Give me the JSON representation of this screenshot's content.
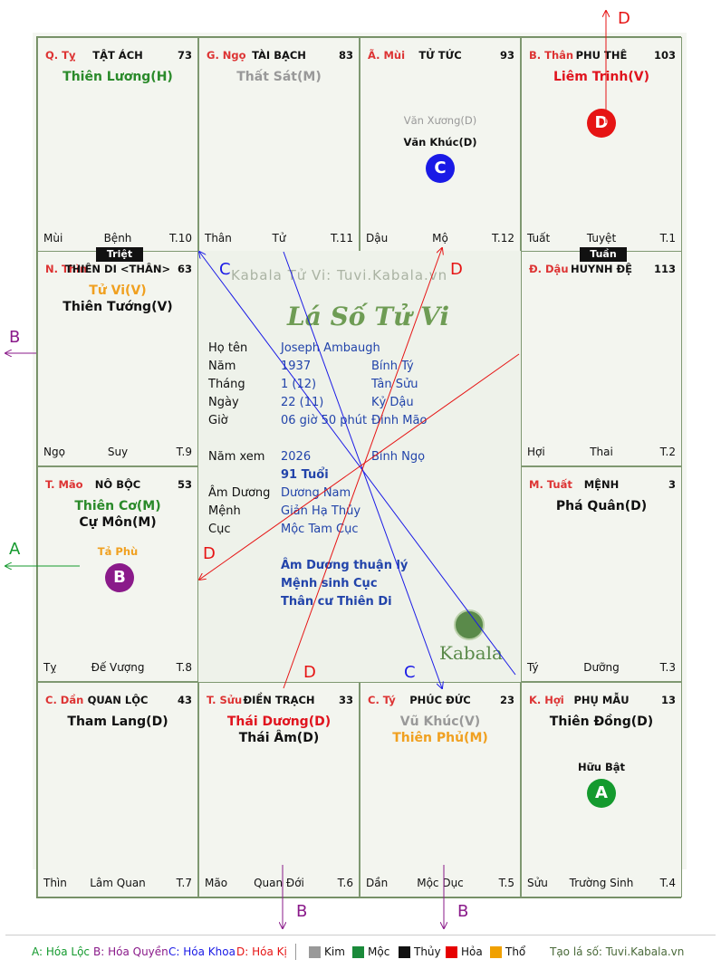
{
  "watermark": "Kabala Tử Vi: Tuvi.Kabala.vn",
  "chart_title": "Lá Số Tử Vi",
  "logo_text": "Kabala",
  "palaces": [
    {
      "branch": "Q. Tỵ",
      "house": "TẬT ÁCH",
      "number": "73",
      "stars": [
        {
          "text": "Thiên Lương(H)",
          "color": "#2a8a2a"
        }
      ],
      "foot_left": "Mùi",
      "foot_center": "Bệnh",
      "foot_right": "T.10"
    },
    {
      "branch": "G. Ngọ",
      "house": "TÀI BẠCH",
      "number": "83",
      "stars": [
        {
          "text": "Thất Sát(M)",
          "color": "#999999"
        }
      ],
      "foot_left": "Thân",
      "foot_center": "Tử",
      "foot_right": "T.11"
    },
    {
      "branch": "Ã. Mùi",
      "house": "TỬ TỨC",
      "number": "93",
      "stars": [],
      "minor": [
        {
          "text": "Văn Xương(D)",
          "color": "#999999"
        },
        {
          "text": "Văn Khúc(D)",
          "color": "#111111"
        }
      ],
      "badge": {
        "letter": "C",
        "color": "#1a1ae6"
      },
      "foot_left": "Dậu",
      "foot_center": "Mộ",
      "foot_right": "T.12"
    },
    {
      "branch": "B. Thân",
      "house": "PHU THÊ",
      "number": "103",
      "stars": [
        {
          "text": "Liêm Trinh(V)",
          "color": "#e0141e"
        }
      ],
      "badge": {
        "letter": "D",
        "color": "#e61414"
      },
      "foot_left": "Tuất",
      "foot_center": "Tuyệt",
      "foot_right": "T.1"
    },
    {
      "branch": "Đ. Dậu",
      "house": "HUYNH ĐỆ",
      "number": "113",
      "stars": [],
      "foot_left": "Hợi",
      "foot_center": "Thai",
      "foot_right": "T.2"
    },
    {
      "branch": "M. Tuất",
      "house": "MỆNH",
      "number": "3",
      "stars": [
        {
          "text": "Phá Quân(D)",
          "color": "#111111"
        }
      ],
      "foot_left": "Tý",
      "foot_center": "Dưỡng",
      "foot_right": "T.3"
    },
    {
      "branch": "K. Hợi",
      "house": "PHỤ MẪU",
      "number": "13",
      "stars": [
        {
          "text": "Thiên Đồng(D)",
          "color": "#111111"
        }
      ],
      "minor": [
        {
          "text": "Hữu Bật",
          "color": "#111111"
        }
      ],
      "badge": {
        "letter": "A",
        "color": "#149a2e"
      },
      "foot_left": "Sửu",
      "foot_center": "Trường Sinh",
      "foot_right": "T.4"
    },
    {
      "branch": "C. Tý",
      "house": "PHÚC ĐỨC",
      "number": "23",
      "stars": [
        {
          "text": "Vũ Khúc(V)",
          "color": "#999999"
        },
        {
          "text": "Thiên Phủ(M)",
          "color": "#f0a020"
        }
      ],
      "foot_left": "Dần",
      "foot_center": "Mộc Dục",
      "foot_right": "T.5"
    },
    {
      "branch": "T. Sửu",
      "house": "ĐIỀN TRẠCH",
      "number": "33",
      "stars": [
        {
          "text": "Thái Dương(D)",
          "color": "#e0141e"
        },
        {
          "text": "Thái Âm(D)",
          "color": "#111111"
        }
      ],
      "foot_left": "Mão",
      "foot_center": "Quan Đới",
      "foot_right": "T.6"
    },
    {
      "branch": "C. Dần",
      "house": "QUAN LỘC",
      "number": "43",
      "stars": [
        {
          "text": "Tham Lang(D)",
          "color": "#111111"
        }
      ],
      "foot_left": "Thìn",
      "foot_center": "Lâm Quan",
      "foot_right": "T.7"
    },
    {
      "branch": "T. Mão",
      "house": "NÔ BỘC",
      "number": "53",
      "stars": [
        {
          "text": "Thiên Cơ(M)",
          "color": "#2a8a2a"
        },
        {
          "text": "Cự Môn(M)",
          "color": "#111111"
        }
      ],
      "minor": [
        {
          "text": "Tả Phù",
          "color": "#f0a020"
        }
      ],
      "badge": {
        "letter": "B",
        "color": "#8a1a8a"
      },
      "foot_left": "Tỵ",
      "foot_center": "Đế Vượng",
      "foot_right": "T.8"
    },
    {
      "branch": "N. Thìn",
      "house": "THIÊN DI <THÂN>",
      "number": "63",
      "stars": [
        {
          "text": "Tử Vi(V)",
          "color": "#f0a020"
        },
        {
          "text": "Thiên Tướng(V)",
          "color": "#111111"
        }
      ],
      "foot_left": "Ngọ",
      "foot_center": "Suy",
      "foot_right": "T.9"
    }
  ],
  "tags": {
    "triet": "Triệt",
    "tuan": "Tuần"
  },
  "info": {
    "name_label": "Họ tên",
    "name": "Joseph Ambaugh",
    "year_label": "Năm",
    "year": "1937",
    "year_can": "Bính Tý",
    "month_label": "Tháng",
    "month": "1  (12)",
    "month_can": "Tân Sửu",
    "day_label": "Ngày",
    "day": "22  (11)",
    "day_can": "Kỷ Dậu",
    "hour_label": "Giờ",
    "hour": "06 giờ 50 phút",
    "hour_can": "Đinh Mão",
    "view_label": "Năm xem",
    "view_year": "2026",
    "view_can": "Bính Ngọ",
    "age": "91 Tuổi",
    "amduong_label": "Âm Dương",
    "amduong": "Dương Nam",
    "menh_label": "Mệnh",
    "menh": "Giản Hạ Thủy",
    "cuc_label": "Cục",
    "cuc": "Mộc Tam Cục",
    "note1": "Âm Dương thuận lý",
    "note2": "Mệnh sinh Cục",
    "note3": "Thân cư Thiên Di"
  },
  "arrow_labels": {
    "a": "A",
    "b": "B",
    "c": "C",
    "d": "D"
  },
  "legend": {
    "a": "A: Hóa Lộc",
    "b": "B: Hóa Quyền",
    "c": "C: Hóa Khoa",
    "d": "D: Hóa Kị",
    "kim": "Kim",
    "moc": "Mộc",
    "thuy": "Thủy",
    "hoa": "Hỏa",
    "tho": "Thổ",
    "site": "Tạo lá số: Tuvi.Kabala.vn",
    "colors": {
      "kim": "#999999",
      "moc": "#1a8a3a",
      "thuy": "#111111",
      "hoa": "#e60000",
      "tho": "#f0a000"
    }
  }
}
